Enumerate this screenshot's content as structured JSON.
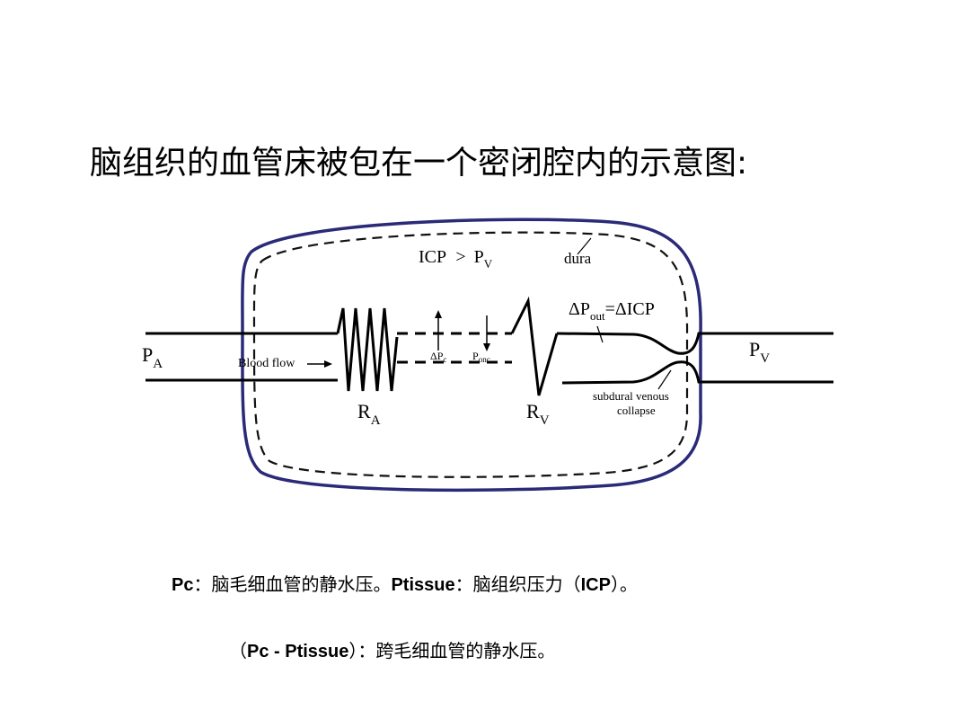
{
  "title": "脑组织的血管床被包在一个密闭腔内的示意图:",
  "diagram": {
    "icp_label": "ICP",
    "icp_gt": ">",
    "pv_sym": "P",
    "pv_sub": "V",
    "dura": "dura",
    "delta_pout_pre": "ΔP",
    "delta_pout_sub": "out",
    "delta_pout_post": "=ΔICP",
    "pa_sym": "P",
    "pa_sub": "A",
    "blood_flow": "Blood flow",
    "delta_pc_pre": "ΔP",
    "delta_pc_sub": "c",
    "ponc_pre": "P",
    "ponc_sub": "onc",
    "ra_sym": "R",
    "ra_sub": "A",
    "rv_sym": "R",
    "rv_sub": "V",
    "pv_right_sym": "P",
    "pv_right_sub": "V",
    "subdural_line1": "subdural venous",
    "subdural_line2": "collapse",
    "outline_color": "#2b2a78"
  },
  "captions": {
    "line1": {
      "pc": "Pc",
      "sep1": "：脑毛细血管的静水压。",
      "ptissue": "Ptissue",
      "sep2": "：脑组织压力（",
      "icp": "ICP",
      "end": "）。"
    },
    "line2": {
      "open": "（",
      "expr": "Pc - Ptissue",
      "rest": "）：跨毛细血管的静水压。"
    }
  }
}
